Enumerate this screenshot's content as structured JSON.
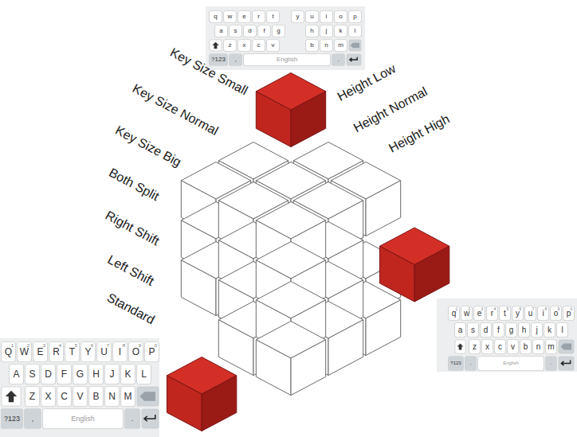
{
  "diagram": {
    "labels": [
      "Key Size Small",
      "Key Size Normal",
      "Key Size Big",
      "Both Split",
      "Right Shift",
      "Left Shift",
      "Standard",
      "Height Low",
      "Height Normal",
      "Height High",
      "q",
      "w",
      "e",
      "r",
      "t",
      "y",
      "u",
      "i",
      "o",
      "p",
      "a",
      "s",
      "d",
      "f",
      "g",
      "h",
      "j",
      "k",
      "l",
      "z",
      "x",
      "c",
      "v",
      "b",
      "n",
      "m",
      "?123",
      ",",
      "English",
      ".",
      "Q",
      "W",
      "E",
      "R",
      "T",
      "Y",
      "U",
      "I",
      "O",
      "P",
      "1",
      "2",
      "3",
      "4",
      "5",
      "6",
      "7",
      "8",
      "9",
      "0",
      "A",
      "S",
      "D",
      "F",
      "G",
      "H",
      "J",
      "K",
      "L",
      "Z",
      "X",
      "C",
      "V",
      "B",
      "N",
      "M",
      "?123",
      ",",
      "English",
      ".",
      "q",
      "w",
      "e",
      "r",
      "t",
      "y",
      "u",
      "i",
      "o",
      "p",
      "1",
      "2",
      "3",
      "4",
      "5",
      "6",
      "7",
      "8",
      "9",
      "0",
      "a",
      "s",
      "d",
      "f",
      "g",
      "h",
      "j",
      "k",
      "l",
      "z",
      "x",
      "c",
      "v",
      "b",
      "n",
      "m",
      "?123",
      ",",
      "English",
      "."
    ]
  }
}
